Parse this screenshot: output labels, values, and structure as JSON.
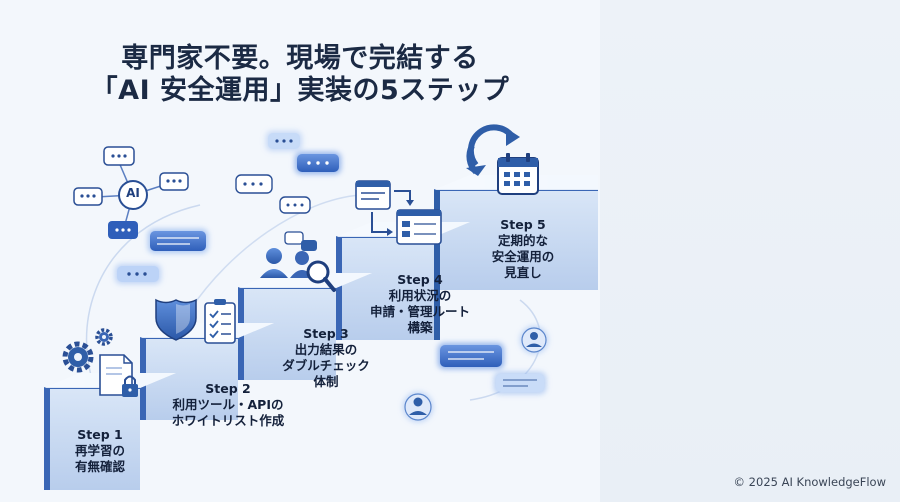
{
  "title": {
    "line1": "専門家不要。現場で完結する",
    "line2": "「AI 安全運用」実装の5ステップ"
  },
  "steps": [
    {
      "label": "Step 1",
      "text": [
        "再学習の",
        "有無確認"
      ]
    },
    {
      "label": "Step 2",
      "text": [
        "利用ツール・APIの",
        "ホワイトリスト作成"
      ]
    },
    {
      "label": "Step 3",
      "text": [
        "出力結果の",
        "ダブルチェック",
        "体制"
      ]
    },
    {
      "label": "Step 4",
      "text": [
        "利用状況の",
        "申請・管理ルート",
        "構築"
      ]
    },
    {
      "label": "Step 5",
      "text": [
        "定期的な",
        "安全運用の",
        "見直し"
      ]
    }
  ],
  "ai_hub": {
    "label": "AI"
  },
  "copyright": "© 2025 AI KnowledgeFlow",
  "colors": {
    "stair_top": "#eef4fc",
    "stair_front": "#c7d9f2",
    "stair_side": "#2f5ea8",
    "accent": "#3b6fd0",
    "title": "#1b2a44"
  },
  "icons": [
    "gear-icon",
    "document-lock-icon",
    "shield-icon",
    "checklist-icon",
    "people-search-icon",
    "workflow-icon",
    "refresh-calendar-icon",
    "chat-bubble-icon",
    "user-avatar-icon"
  ]
}
